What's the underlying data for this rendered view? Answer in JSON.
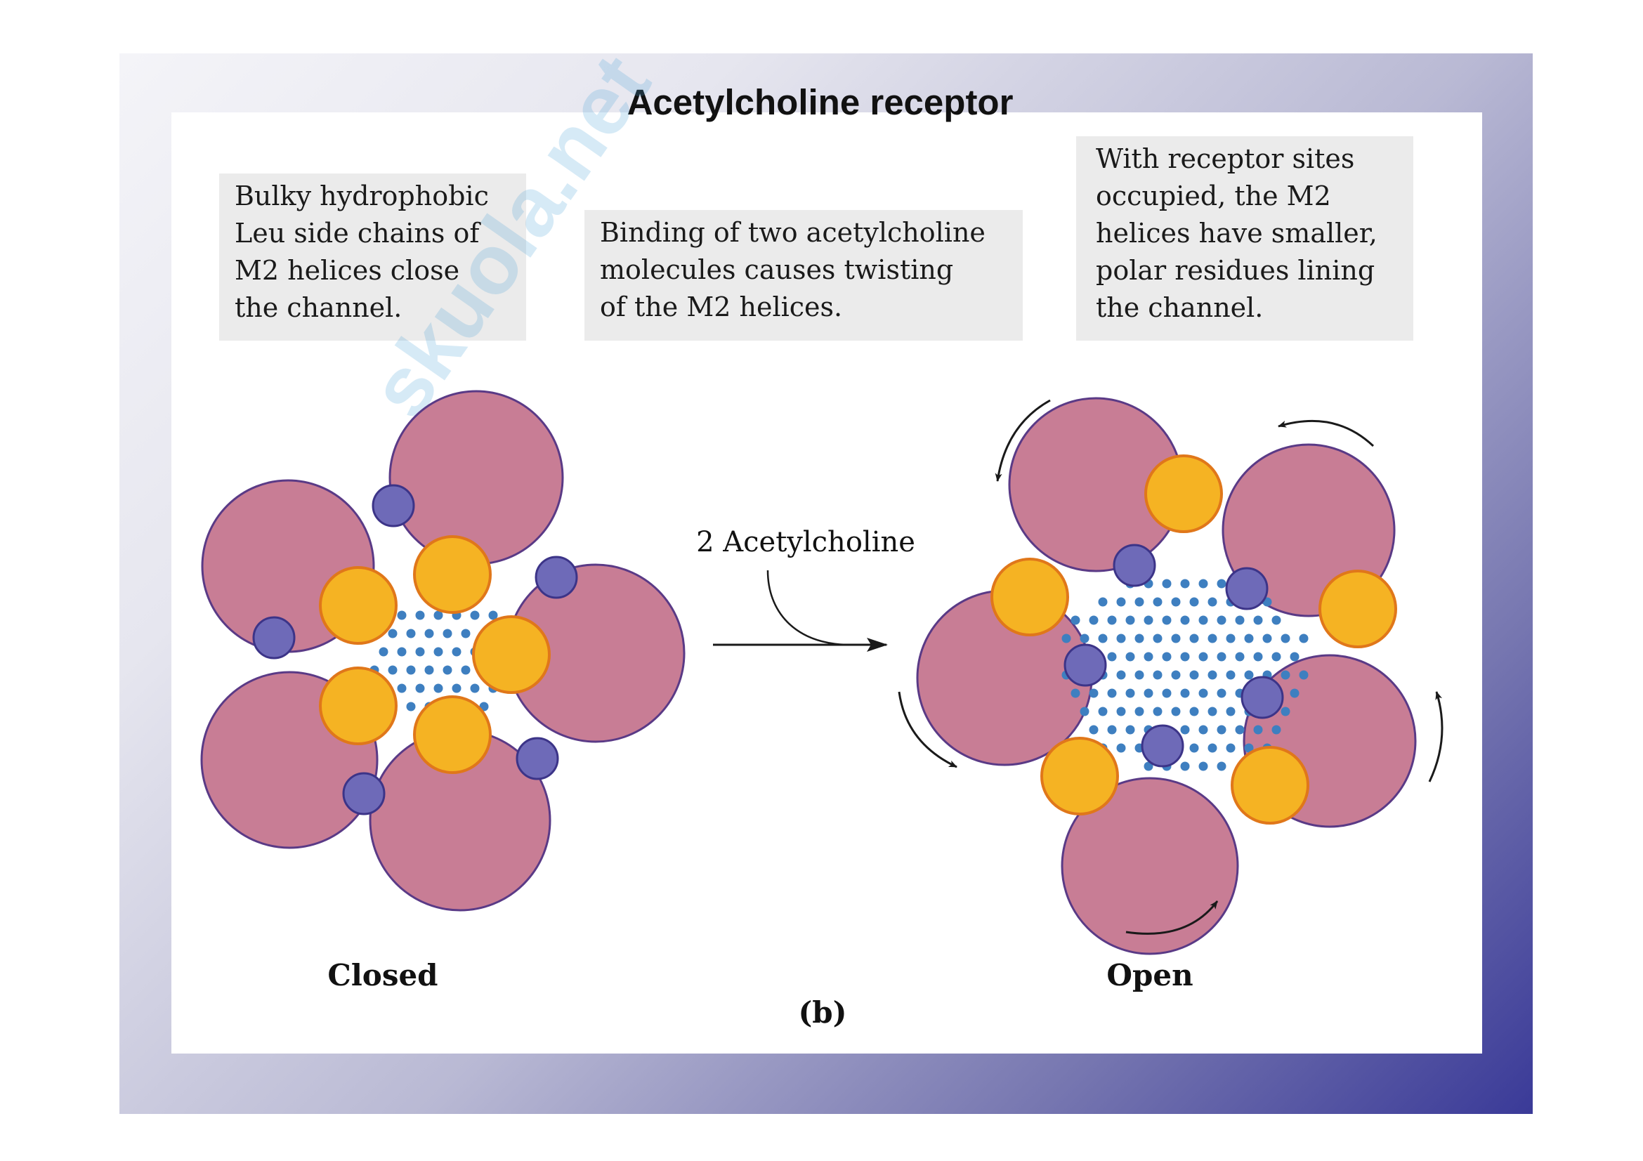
{
  "title": "Acetylcholine receptor",
  "notes": {
    "closed": [
      "Bulky hydrophobic",
      "Leu side chains of",
      "M2 helices close",
      "the channel."
    ],
    "binding": [
      "Binding of two acetylcholine",
      "molecules causes twisting",
      "of the M2 helices."
    ],
    "open": [
      "With receptor sites",
      "occupied, the M2",
      "helices have smaller,",
      "polar residues lining",
      "the channel."
    ]
  },
  "arrow_label": "2 Acetylcholine",
  "state_labels": {
    "closed": "Closed",
    "open": "Open"
  },
  "panel_label": "(b)",
  "watermark": "skuola.net",
  "colors": {
    "subunit_fill": "#c87d95",
    "subunit_stroke": "#5a3a86",
    "leu_fill": "#f5b323",
    "leu_stroke": "#e0771a",
    "polar_fill": "#6e6ab8",
    "polar_stroke": "#3c3488",
    "water_dot": "#3e7fc0"
  }
}
